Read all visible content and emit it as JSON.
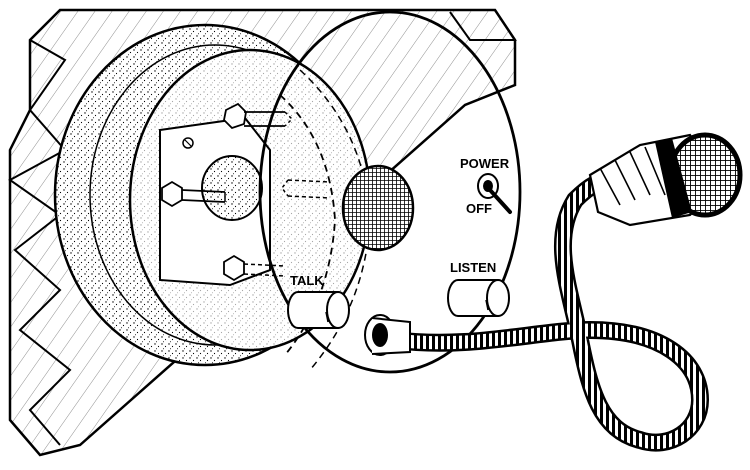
{
  "labels": {
    "power": "POWER",
    "off": "OFF",
    "talk": "TALK",
    "listen": "LISTEN"
  },
  "colors": {
    "ink": "#000000",
    "paper": "#ffffff"
  }
}
